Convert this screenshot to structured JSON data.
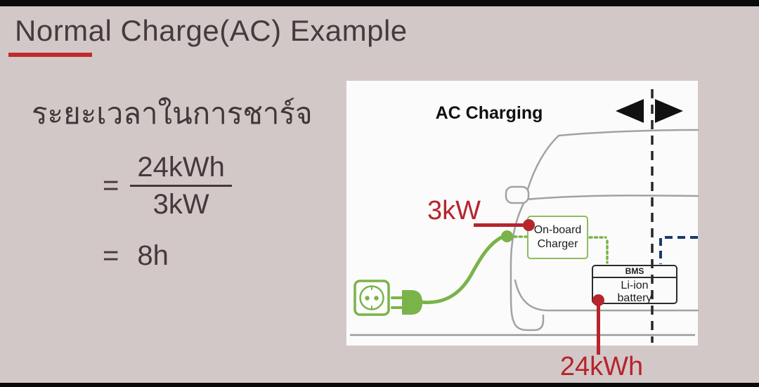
{
  "slide": {
    "title": "Normal Charge(AC) Example",
    "charge_time_label_th": "ระยะเวลาในการชาร์จ",
    "equation": {
      "eq1_sign": "=",
      "numerator": "24kWh",
      "denominator": "3kW",
      "eq2_sign": "=",
      "result": "8h"
    }
  },
  "diagram": {
    "heading": "AC Charging",
    "power_label": "3kW",
    "battery_capacity_label": "24kWh",
    "onboard_charger": {
      "line1": "On-board",
      "line2": "Charger"
    },
    "battery": {
      "bms": "BMS",
      "line1": "Li-ion",
      "line2": "battery"
    },
    "icons": {
      "prev": "left-triangle-arrow",
      "next": "right-triangle-arrow",
      "outlet": "eu-power-outlet",
      "plug": "power-plug",
      "cable": "charging-cable"
    }
  },
  "colors": {
    "background": "#d3c8c8",
    "panel": "#fcfbfb",
    "text": "#45393c",
    "accent_red": "#b6242c",
    "underline_red": "#c2282e",
    "green": "#7ab34a",
    "charger_box_green": "#8cbd5e",
    "navy_dashed": "#1d3a6e",
    "car_gray": "#a2a2a2"
  }
}
